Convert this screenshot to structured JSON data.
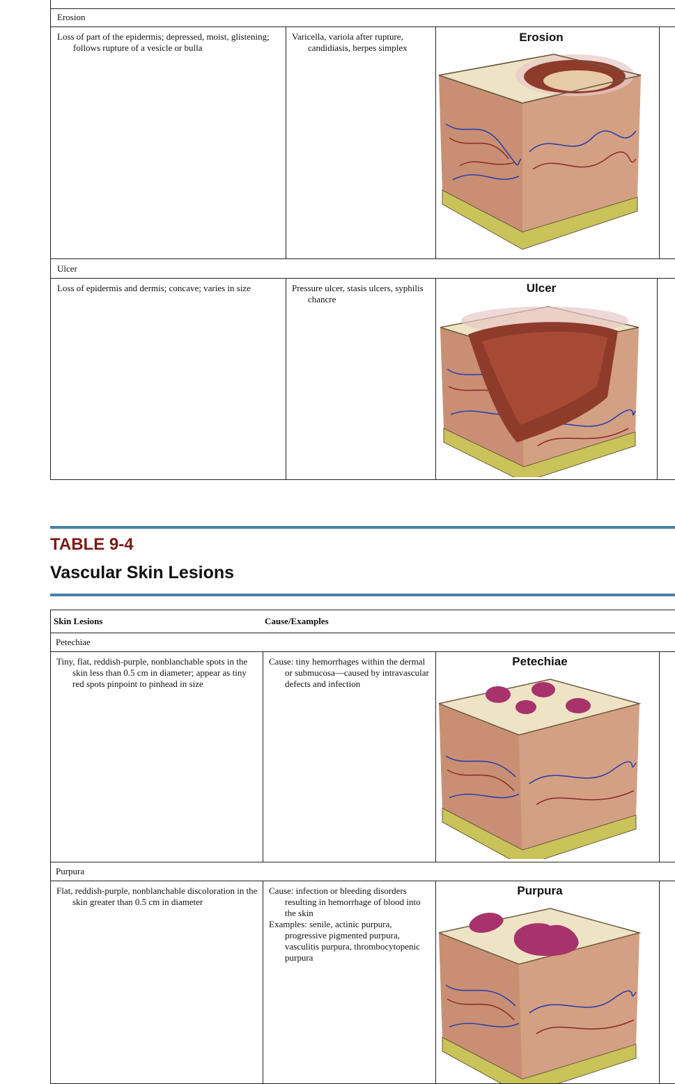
{
  "top_table": {
    "rows": [
      {
        "label": "Erosion",
        "description": "Loss of part of the epidermis; depressed, moist, glistening; follows rupture of a vesicle or bulla",
        "examples": "Varicella, variola after rupture, candidiasis, herpes simplex",
        "illustration_caption": "Erosion"
      },
      {
        "label": "Ulcer",
        "description": "Loss of epidermis and dermis; concave; varies in size",
        "examples": "Pressure ulcer, stasis ulcers, syphilis chancre",
        "illustration_caption": "Ulcer"
      }
    ]
  },
  "table_9_4": {
    "label": "TABLE 9-4",
    "title": "Vascular Skin Lesions",
    "headers": {
      "lesions": "Skin Lesions",
      "cause": "Cause/Examples"
    },
    "rows": [
      {
        "label": "Petechiae",
        "description": "Tiny, flat, reddish-purple, nonblanchable spots in the skin less than 0.5 cm in diameter; appear as tiny red spots pinpoint to pinhead in size",
        "cause": "Cause: tiny hemorrhages within the dermal or submucosa—caused by intravascular defects and infection",
        "illustration_caption": "Petechiae"
      },
      {
        "label": "Purpura",
        "description": "Flat, reddish-purple, nonblanchable discoloration in the skin greater than 0.5 cm in diameter",
        "cause": "Cause: infection or bleeding disorders resulting in hemorrhage of blood into the skin",
        "examples": "Examples: senile, actinic purpura, progressive pigmented purpura, vasculitis purpura, thrombocytopenic purpura",
        "illustration_caption": "Purpura"
      }
    ]
  },
  "colors": {
    "table_label": "#7a1c17",
    "accent_rule": "#4a7fa7",
    "skin_surface": "#efe3c6",
    "dermis": "#c98f74",
    "fat": "#d9d36a",
    "lesion": "#8e3b2b",
    "spot": "#a8326b"
  },
  "icons": [
    "skin-cross-section-illustration"
  ]
}
